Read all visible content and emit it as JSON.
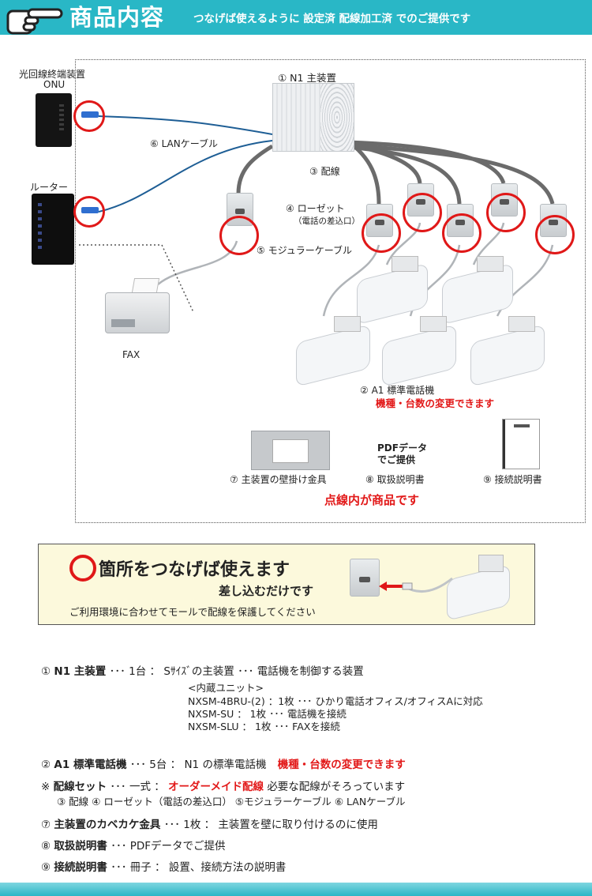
{
  "header": {
    "title": "商品内容",
    "subtitle": "つなげば使えるように 設定済 配線加工済 でのご提供です"
  },
  "diagram": {
    "onu_label_line1": "光回線終端装置",
    "onu_label_line2": "ONU",
    "router_label": "ルーター",
    "main_unit_label": "① N1 主装置",
    "lan_cable_label": "⑥ LANケーブル",
    "wiring_label": "③ 配線",
    "rosette_label": "④ ローゼット",
    "rosette_sub": "（電話の差込口）",
    "modular_label": "⑤ モジュラーケーブル",
    "fax_label": "FAX",
    "phone_label": "② A1 標準電話機",
    "phone_note": "機種・台数の変更できます",
    "bracket_label": "⑦ 主装置の壁掛け金具",
    "pdf_line1": "PDFデータ",
    "pdf_line2": "でご提供",
    "manual_label": "⑧ 取扱説明書",
    "connection_manual_label": "⑨ 接続説明書",
    "product_note": "点線内が商品です"
  },
  "info_box": {
    "title": "箇所をつなげば使えます",
    "subtitle": "差し込むだけです",
    "note": "ご利用環境に合わせてモールで配線を保護してください"
  },
  "items": {
    "item1_num": "①",
    "item1_name": "N1 主装置",
    "item1_detail": "･･･ 1台 ： Sｻｲｽﾞの主装置 ･･･ 電話機を制御する装置",
    "item1_units_head": "<内蔵ユニット>",
    "item1_unit1": "NXSM-4BRU-(2) ：1枚 ･･･ ひかり電話オフィス/オフィスAに対応",
    "item1_unit2": "NXSM-SU ： 1枚 ･･･ 電話機を接続",
    "item1_unit3": "NXSM-SLU ： 1枚 ･･･ FAXを接続",
    "item2_num": "②",
    "item2_name": "A1 標準電話機",
    "item2_detail": "･･･ 5台 ： N1 の標準電話機",
    "item2_note": "機種・台数の変更できます",
    "itemx_num": "※",
    "itemx_name": "配線セット",
    "itemx_detail": "･･･ 一式 ：",
    "itemx_red": "オーダーメイド配線",
    "itemx_tail": "必要な配線がそろっています",
    "itemx_sub": "③ 配線 ④ ローゼット（電話の差込口） ⑤モジュラーケーブル ⑥ LANケーブル",
    "item7_num": "⑦",
    "item7_name": "主装置のカベカケ金具",
    "item7_detail": "･･･ 1枚 ： 主装置を壁に取り付けるのに使用",
    "item8_num": "⑧",
    "item8_name": "取扱説明書",
    "item8_detail": "･･･ PDFデータでご提供",
    "item9_num": "⑨",
    "item9_name": "接続説明書",
    "item9_detail": "･･･ 冊子 ： 設置、接続方法の説明書"
  },
  "colors": {
    "header": "#29b7c6",
    "accent_red": "#e21818",
    "cable_blue": "#1e5e95",
    "cable_gray": "#6f6f6f",
    "box_bg": "#fcf9dc"
  }
}
